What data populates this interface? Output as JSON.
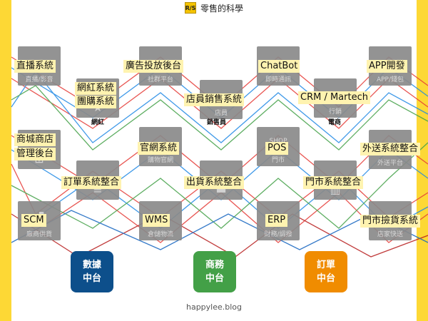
{
  "header": {
    "logo_text": "R/S",
    "title": "零售的科學"
  },
  "nodes": {
    "live": {
      "label": "直播系統",
      "sub": "直播/影音",
      "icon": "camera-icon"
    },
    "kol": {
      "label1": "網紅系統",
      "label2": "團購系統",
      "sub": "網紅",
      "icon": "star-icon"
    },
    "ads": {
      "label": "廣告投放後台",
      "sub": "社群平台",
      "icon": "megaphone-icon"
    },
    "pos_sales": {
      "label": "店員銷售系統",
      "sub": "店員",
      "sub2": "銷售員",
      "icon": "person-icon"
    },
    "chatbot": {
      "label": "ChatBot",
      "sub": "即時通訊",
      "icon": "chat-icon"
    },
    "crm": {
      "label": "CRM / Martech",
      "sub": "行銷",
      "sub2": "電商",
      "icon": "chart-icon"
    },
    "app": {
      "label": "APP開發",
      "sub": "APP/錢包",
      "icon": "phone-icon"
    },
    "mall": {
      "label1": "商城商店",
      "label2": "管理後台",
      "icon": "cart-icon"
    },
    "web": {
      "label": "官網系統",
      "sub": "購物官網",
      "icon": "shop-icon"
    },
    "pos": {
      "label": "POS",
      "sub": "門市",
      "shop": "SHOP",
      "icon": "store-icon"
    },
    "ext": {
      "label": "外送系統整合",
      "sub": "外送平台",
      "icon": "scooter-icon"
    },
    "order_int": {
      "label": "訂單系統整合",
      "icon": "list-icon"
    },
    "ship_int": {
      "label": "出貨系統整合",
      "icon": "truck-icon"
    },
    "store_int": {
      "label": "門市系統整合",
      "icon": "building-icon"
    },
    "scm": {
      "label": "SCM",
      "sub": "廠商供貨",
      "icon": "factory-icon"
    },
    "wms": {
      "label": "WMS",
      "sub": "倉儲物流",
      "icon": "warehouse-icon"
    },
    "erp": {
      "label": "ERP",
      "sub": "財務/調撥",
      "icon": "ledger-icon"
    },
    "pick": {
      "label": "門市撿貨系統",
      "sub": "店家快送",
      "icon": "box-icon"
    }
  },
  "hubs": [
    {
      "line1": "數據",
      "line2": "中台",
      "color": "#0d4f8b"
    },
    {
      "line1": "商務",
      "line2": "中台",
      "color": "#43a047"
    },
    {
      "line1": "訂單",
      "line2": "中台",
      "color": "#f08c00"
    }
  ],
  "footer": "happylee.blog"
}
